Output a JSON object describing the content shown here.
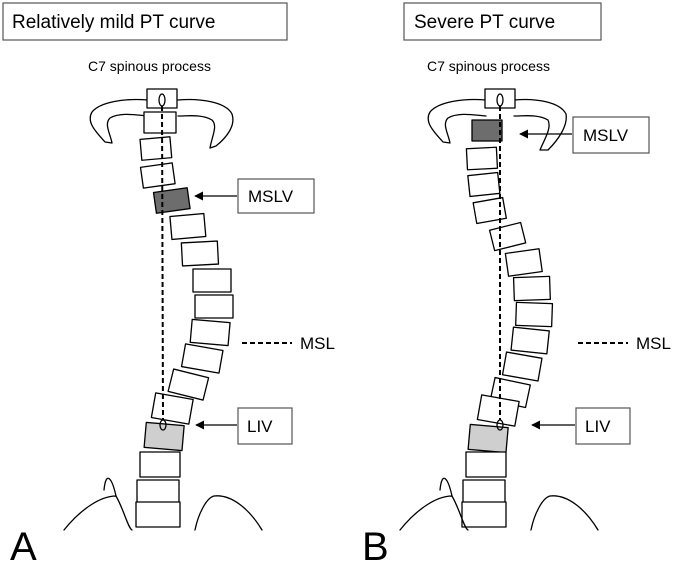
{
  "colors": {
    "mslv_fill": "#6d6d6d",
    "liv_fill": "#cfcfcf",
    "vertebra_fill": "#ffffff",
    "line": "#000000"
  },
  "panel_a": {
    "title": "Relatively mild PT curve",
    "c7_label": "C7 spinous process",
    "mslv_label": "MSLV",
    "msl_label": "MSL",
    "liv_label": "LIV",
    "panel_letter": "A",
    "mslv_level": 4,
    "liv_level": 13
  },
  "panel_b": {
    "title": "Severe PT curve",
    "c7_label": "C7 spinous process",
    "mslv_label": "MSLV",
    "msl_label": "MSL",
    "liv_label": "LIV",
    "panel_letter": "B",
    "mslv_level": 1,
    "liv_level": 13
  },
  "icons": {
    "rib": "rib-cage-icon",
    "pelvis": "pelvis-icon",
    "arrow": "arrow-left-icon"
  }
}
